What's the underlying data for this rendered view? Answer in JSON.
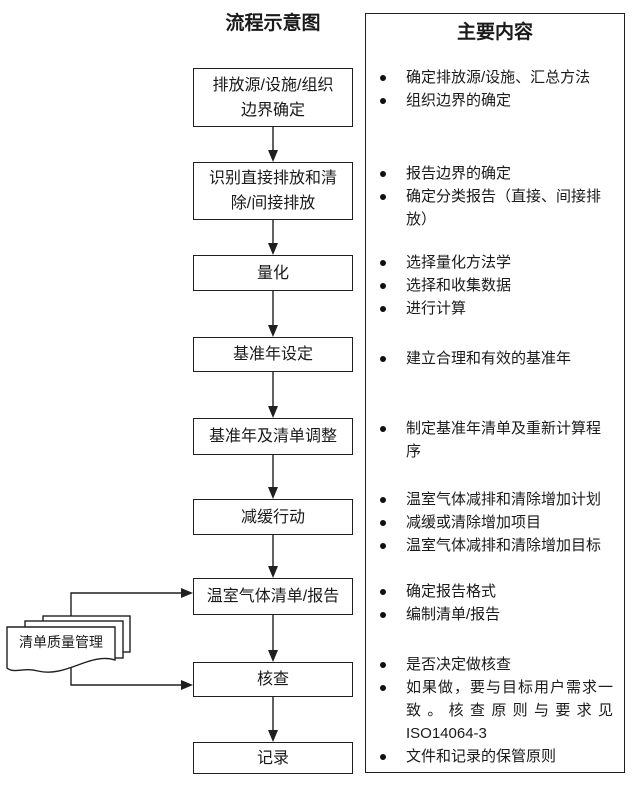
{
  "colors": {
    "ink": "#1a1a1a",
    "background": "#ffffff"
  },
  "left_column": {
    "title": "流程示意图",
    "boxes": [
      {
        "label": "排放源/设施/组织\n边界确定"
      },
      {
        "label": "识别直接排放和清\n除/间接排放"
      },
      {
        "label": "量化"
      },
      {
        "label": "基准年设定"
      },
      {
        "label": "基准年及清单调整"
      },
      {
        "label": "减缓行动"
      },
      {
        "label": "温室气体清单/报告"
      },
      {
        "label": "核查"
      },
      {
        "label": "记录"
      }
    ],
    "side_document": {
      "label": "清单质量管理"
    }
  },
  "right_column": {
    "title": "主要内容",
    "groups": [
      {
        "items": [
          "确定排放源/设施、汇总方法",
          "组织边界的确定"
        ]
      },
      {
        "items": [
          "报告边界的确定",
          "确定分类报告（直接、间接排放）"
        ]
      },
      {
        "items": [
          "选择量化方法学",
          "选择和收集数据",
          "进行计算"
        ]
      },
      {
        "items": [
          "建立合理和有效的基准年"
        ]
      },
      {
        "items": [
          "制定基准年清单及重新计算程序"
        ]
      },
      {
        "items": [
          "温室气体减排和清除增加计划",
          "减缓或清除增加项目",
          "温室气体减排和清除增加目标"
        ]
      },
      {
        "items": [
          "确定报告格式",
          "编制清单/报告"
        ]
      },
      {
        "items": [
          "是否决定做核查",
          "如果做，要与目标用户需求一致。核查原则与要求见ISO14064-3",
          "文件和记录的保管原则"
        ]
      }
    ]
  }
}
